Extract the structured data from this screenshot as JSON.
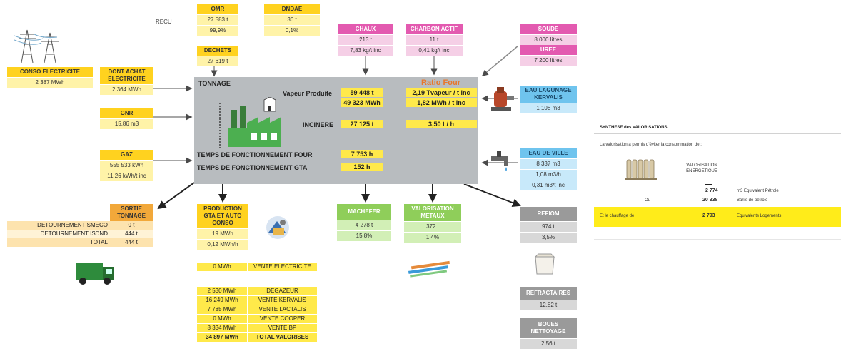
{
  "recu_label": "RECU",
  "omr": {
    "title": "OMR",
    "tonnage": "27 583 t",
    "pct": "99,9%"
  },
  "dndae": {
    "title": "DNDAE",
    "tonnage": "36 t",
    "pct": "0,1%"
  },
  "dechets": {
    "title": "DECHETS",
    "tonnage": "27 619 t"
  },
  "conso_elec": {
    "title": "CONSO ELECTRICITE",
    "value": "2 387 MWh"
  },
  "achat_elec": {
    "title": "DONT ACHAT ELECTRICITE",
    "value": "2 364 MWh"
  },
  "gnr": {
    "title": "GNR",
    "value": "15,86 m3"
  },
  "gaz": {
    "title": "GAZ",
    "value1": "555 533 kWh",
    "value2": "11,26 kWh/t inc"
  },
  "chaux": {
    "title": "CHAUX",
    "value1": "213 t",
    "value2": "7,83 kg/t inc"
  },
  "charbon": {
    "title": "CHARBON ACTIF",
    "value1": "11 t",
    "value2": "0,41 kg/t inc"
  },
  "soude": {
    "title": "SOUDE",
    "value": "8 000 litres"
  },
  "uree": {
    "title": "UREE",
    "value": "7 200 litres"
  },
  "eau_lagunage": {
    "title": "EAU LAGUNAGE KERVALIS",
    "value": "1 108 m3"
  },
  "eau_ville": {
    "title": "EAU DE VILLE",
    "value1": "8 337 m3",
    "value2": "1,08 m3/h",
    "value3": "0,31 m3/t inc"
  },
  "central": {
    "tonnage": "TONNAGE",
    "vapeur_label": "Vapeur Produite",
    "vapeur_t": "59 448 t",
    "vapeur_mwh": "49 323 MWh",
    "ratio_title": "Ratio Four",
    "ratio_vapeur": "2,19 Tvapeur / t inc",
    "ratio_mwh": "1,82 MWh / t inc",
    "incinere_label": "INCINERE",
    "incinere_value": "27 125 t",
    "incinere_ratio": "3,50 t / h",
    "temps_four_label": "TEMPS DE FONCTIONNEMENT FOUR",
    "temps_four_value": "7 753 h",
    "temps_gta_label": "TEMPS DE FONCTIONNEMENT GTA",
    "temps_gta_value": "152 h"
  },
  "sortie": {
    "title": "SORTIE TONNAGE",
    "rows": [
      {
        "label": "DETOURNEMENT SMECO",
        "value": "0 t"
      },
      {
        "label": "DETOURNEMENT ISDND",
        "value": "444 t"
      },
      {
        "label": "TOTAL",
        "value": "444 t"
      }
    ]
  },
  "production": {
    "title": "PRODUCTION GTA ET AUTO CONSO",
    "value1": "19 MWh",
    "value2": "0,12 MWh/h"
  },
  "vente_elec": {
    "value": "0 MWh",
    "label": "VENTE ELECTRICITE"
  },
  "valorises": [
    {
      "value": "2 530 MWh",
      "label": "DEGAZEUR"
    },
    {
      "value": "16 249 MWh",
      "label": "VENTE KERVALIS"
    },
    {
      "value": "7 785 MWh",
      "label": "VENTE LACTALIS"
    },
    {
      "value": "0 MWh",
      "label": "VENTE COOPER"
    },
    {
      "value": "8 334 MWh",
      "label": "VENTE BP"
    },
    {
      "value": "34 897 MWh",
      "label": "TOTAL VALORISES"
    }
  ],
  "machefer": {
    "title": "MACHEFER",
    "value1": "4 278 t",
    "value2": "15,8%"
  },
  "metaux": {
    "title": "VALORISATION METAUX",
    "value1": "372 t",
    "value2": "1,4%"
  },
  "refiom": {
    "title": "REFIOM",
    "value1": "974 t",
    "value2": "3,5%"
  },
  "refractaires": {
    "title": "REFRACTAIRES",
    "value": "12,82 t"
  },
  "boues": {
    "title": "BOUES NETTOYAGE",
    "value": "2,56 t"
  },
  "synthese": {
    "title": "SYNTHESE des VALORISATIONS",
    "intro": "La valorisation a permis d'éviter la consommation de :",
    "valo_label": "VALORISATION ENERGETIQUE",
    "v1_num": "2 774",
    "v1_unit": "m3 Equivalent Pétrole",
    "v2_prefix": "Ou",
    "v2_num": "20 338",
    "v2_unit": "Barils de pétrole",
    "v3_prefix": "Et le chauffage de",
    "v3_num": "2 793",
    "v3_unit": "Equivalents Logements"
  }
}
